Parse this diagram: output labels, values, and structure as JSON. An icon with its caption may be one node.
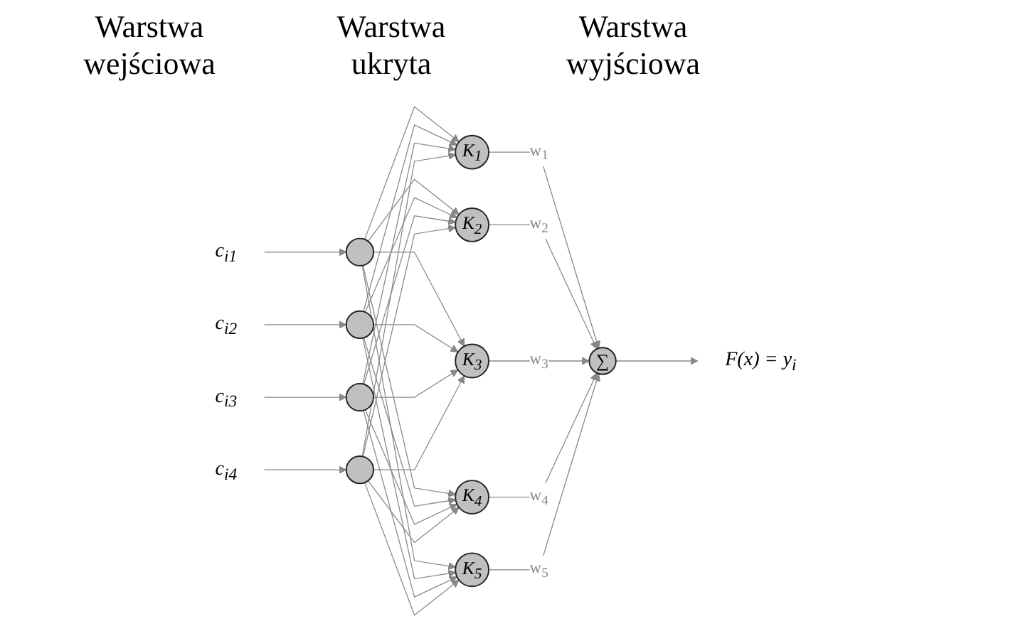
{
  "diagram": {
    "nodes": [
      {
        "text": [
          "c$_{i1}$"
        ]
      },
      {
        "text": [
          "c$_{i2}$"
        ]
      },
      {
        "text": [
          "c$_{i3}$"
        ]
      },
      {
        "text": [
          "c$_{i4}$"
        ]
      },
      {
        "text": [],
        "shape": "circle"
      },
      {
        "text": [],
        "shape": "circle"
      },
      {
        "text": [],
        "shape": "circle"
      },
      {
        "text": [],
        "shape": "circle"
      },
      {
        "text": [
          "K$_{1}$"
        ]
      },
      {
        "text": [
          "K$_{2}$"
        ]
      },
      {
        "text": [
          "K$_{3}$"
        ]
      },
      {
        "text": [
          "K$_{4}$"
        ]
      },
      {
        "text": [
          "K$_{5}$"
        ]
      },
      {
        "text": [
          "∑"
        ]
      },
      {
        "text": [
          "F(x) = y$_{i}$"
        ]
      }
    ],
    "edges": [
      {
        "from": 0,
        "to": 4,
        "arrow": "to"
      },
      {
        "from": 1,
        "to": 5,
        "arrow": "to"
      },
      {
        "from": 2,
        "to": 6,
        "arrow": "to"
      },
      {
        "from": 3,
        "to": 7,
        "arrow": "to"
      },
      {
        "from": 4,
        "to": 8,
        "arrow": "to"
      },
      {
        "from": 4,
        "to": 9,
        "arrow": "to"
      },
      {
        "from": 4,
        "to": 10,
        "arrow": "to"
      },
      {
        "from": 4,
        "to": 11,
        "arrow": "to"
      },
      {
        "from": 4,
        "to": 12,
        "arrow": "to"
      },
      {
        "from": 5,
        "to": 8,
        "arrow": "to"
      },
      {
        "from": 5,
        "to": 9,
        "arrow": "to"
      },
      {
        "from": 5,
        "to": 10,
        "arrow": "to"
      },
      {
        "from": 5,
        "to": 11,
        "arrow": "to"
      },
      {
        "from": 5,
        "to": 12,
        "arrow": "to"
      },
      {
        "from": 6,
        "to": 8,
        "arrow": "to"
      },
      {
        "from": 6,
        "to": 9,
        "arrow": "to"
      },
      {
        "from": 6,
        "to": 10,
        "arrow": "to"
      },
      {
        "from": 6,
        "to": 11,
        "arrow": "to"
      },
      {
        "from": 6,
        "to": 12,
        "arrow": "to"
      },
      {
        "from": 7,
        "to": 8,
        "arrow": "to"
      },
      {
        "from": 7,
        "to": 9,
        "arrow": "to"
      },
      {
        "from": 7,
        "to": 10,
        "arrow": "to"
      },
      {
        "from": 7,
        "to": 11,
        "arrow": "to"
      },
      {
        "from": 7,
        "to": 12,
        "arrow": "to"
      },
      {
        "from": 8,
        "to": 13,
        "arrow": "to",
        "label": "w$_{1}$"
      },
      {
        "from": 9,
        "to": 13,
        "arrow": "to",
        "label": "w$_{2}$"
      },
      {
        "from": 10,
        "to": 13,
        "arrow": "to",
        "label": "w$_{3}$"
      },
      {
        "from": 11,
        "to": 13,
        "arrow": "to",
        "label": "w$_{4}$"
      },
      {
        "from": 12,
        "to": 13,
        "arrow": "to",
        "label": "w$_{5}$"
      },
      {
        "from": 13,
        "to": 14,
        "arrow": "to"
      }
    ],
    "labels": [
      "Warstwa wejściowa",
      "Warstwa ukryta",
      "Warstwa wyjściowa"
    ]
  }
}
